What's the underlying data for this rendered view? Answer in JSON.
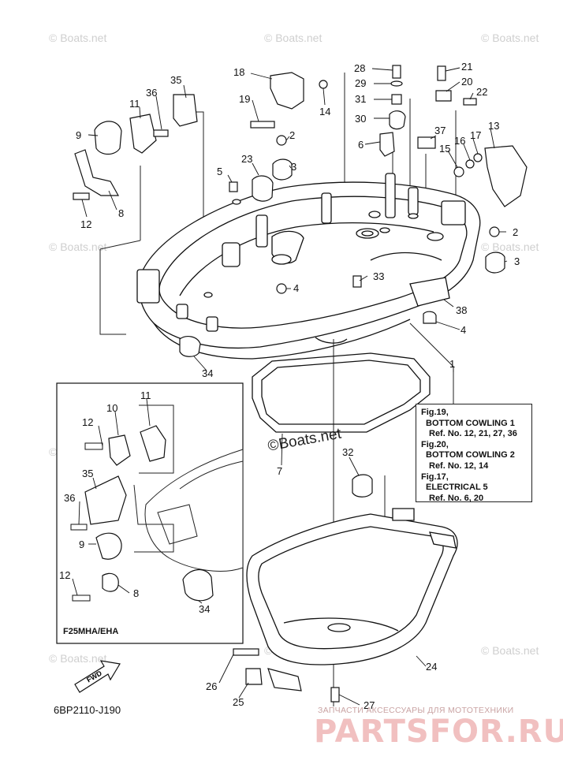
{
  "watermark": "© Boats.net",
  "watermark_diagonal": "©Boats.net",
  "diagram_code": "6BP2110-J190",
  "inset_title": "F25MHA/EHA",
  "fwd_label": "FWD",
  "logo_small": "ЗАПЧАСТИ АКСЕССУАРЫ ДЛЯ МОТОТЕХНИКИ",
  "logo_big": "PARTSFOR.RU",
  "notes": {
    "l1": "Fig.19,",
    "l2": "BOTTOM COWLING 1",
    "l3": "Ref. No. 12, 21, 27, 36",
    "l4": "Fig.20,",
    "l5": "BOTTOM COWLING 2",
    "l6": "Ref. No. 12, 14",
    "l7": "Fig.17,",
    "l8": "ELECTRICAL 5",
    "l9": "Ref. No. 6, 20"
  },
  "callouts": {
    "c1": "1",
    "c2a": "2",
    "c2b": "2",
    "c3a": "3",
    "c3b": "3",
    "c4a": "4",
    "c4b": "4",
    "c5": "5",
    "c6": "6",
    "c7": "7",
    "c8a": "8",
    "c8b": "8",
    "c9a": "9",
    "c9b": "9",
    "c10": "10",
    "c11a": "11",
    "c11b": "11",
    "c12a": "12",
    "c12b": "12",
    "c12c": "12",
    "c13": "13",
    "c14": "14",
    "c15": "15",
    "c16": "16",
    "c17": "17",
    "c18": "18",
    "c19": "19",
    "c20": "20",
    "c21": "21",
    "c22": "22",
    "c23": "23",
    "c24": "24",
    "c25": "25",
    "c26": "26",
    "c27": "27",
    "c28": "28",
    "c29": "29",
    "c30": "30",
    "c31": "31",
    "c32": "32",
    "c33": "33",
    "c34a": "34",
    "c34b": "34",
    "c35a": "35",
    "c35b": "35",
    "c36a": "36",
    "c36b": "36",
    "c37": "37",
    "c38": "38"
  }
}
